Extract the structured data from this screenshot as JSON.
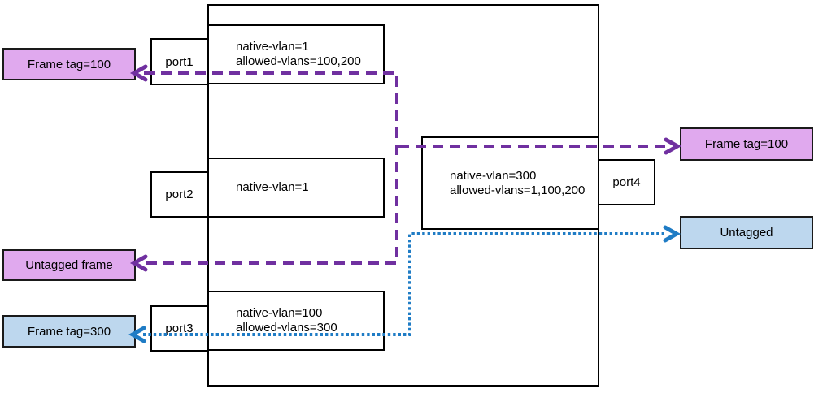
{
  "ports": [
    {
      "label": "port1",
      "config": [
        "native-vlan=1",
        "allowed-vlans=100,200"
      ]
    },
    {
      "label": "port2",
      "config": [
        "native-vlan=1"
      ]
    },
    {
      "label": "port3",
      "config": [
        "native-vlan=100",
        "allowed-vlans=300"
      ]
    },
    {
      "label": "port4",
      "config": [
        "native-vlan=300",
        "allowed-vlans=1,100,200"
      ]
    }
  ],
  "frames": {
    "out_port1": "Frame tag=100",
    "out_port2": "Untagged frame",
    "out_port3": "Frame tag=300",
    "out_port4_tagged": "Frame tag=100",
    "out_port4_native": "Untagged"
  },
  "colors": {
    "vlan100_flow": "#7030a0",
    "vlan300_flow": "#1f7cc5",
    "vlan100_frame_fill": "#e0a9ee",
    "vlan300_frame_fill": "#bdd7ee",
    "box_border": "#000000"
  }
}
